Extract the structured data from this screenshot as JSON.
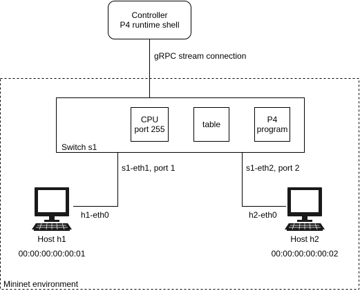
{
  "controller": {
    "line1": "Controller",
    "line2": "P4 runtime shell"
  },
  "connection_label": "gRPC stream connection",
  "environment_label": "Mininet environment",
  "switch": {
    "label": "Switch s1",
    "cpu": {
      "line1": "CPU",
      "line2": "port 255"
    },
    "table": "table",
    "p4": {
      "line1": "P4",
      "line2": "program"
    }
  },
  "links": {
    "left_port": "s1-eth1, port 1",
    "right_port": "s1-eth2, port 2",
    "h1_iface": "h1-eth0",
    "h2_iface": "h2-eth0"
  },
  "hosts": [
    {
      "name": "Host h1",
      "mac": "00:00:00:00:00:01"
    },
    {
      "name": "Host h2",
      "mac": "00:00:00:00:00:02"
    }
  ],
  "icons": {
    "host": "computer-icon"
  }
}
